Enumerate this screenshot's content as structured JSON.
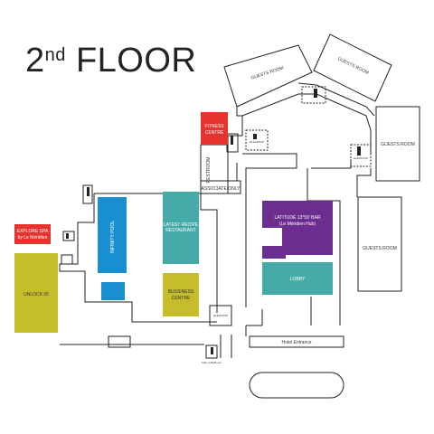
{
  "title": {
    "main": "2",
    "sup": "nd",
    "rest": " FLOOR"
  },
  "colors": {
    "fitness": "#e5342f",
    "spa": "#e5342f",
    "pool": "#1a8fd0",
    "restaurant": "#46aaa6",
    "business": "#c6bd2c",
    "unlock": "#c6bd2c",
    "bar": "#6b2d8e",
    "lobby": "#46aaa6",
    "wall": "#222222"
  },
  "rooms": {
    "guest_room_nw": "GUESTS ROOM",
    "guest_room_ne": "GUESTS ROOM",
    "guest_room_east_top": "GUESTS ROOM",
    "guest_room_east_bottom": "GUESTS ROOM",
    "fitness_line1": "FITNESS",
    "fitness_line2": "CENTRE",
    "restroom": "RESTROOM",
    "associate_only": "ASSOCIATE ONLY",
    "explore_spa_line1": "EXPLORE SPA",
    "explore_spa_line2": "by Le Méridien",
    "infinity_pool": "INFINITY POOL",
    "restaurant_line1": "LATEST RECIPE",
    "restaurant_line2": "RESTAURANT",
    "business_line1": "BUSSINESS",
    "business_line2": "CENTRE",
    "bar_line1": "LATITUDE 13°59' BAR",
    "bar_line2": "(Le Méridien Hub)",
    "lobby": "LOBBY",
    "unlock": "UNLOCK 05",
    "hotel_entrance": "Hotel Entrance",
    "elevator": "ELEVATOR",
    "stair_to_ballroom": "Stair to Ballroom"
  }
}
